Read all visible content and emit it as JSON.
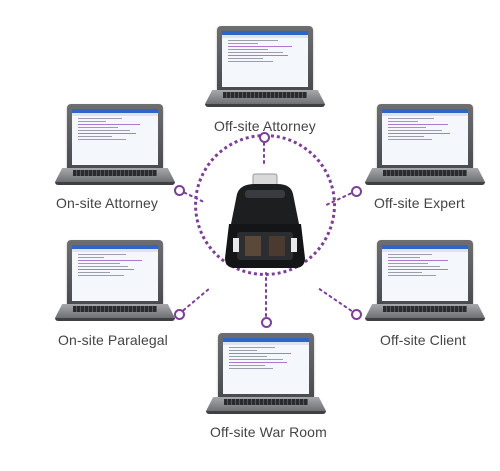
{
  "nodes": [
    {
      "id": "top",
      "label": "Off-site Attorney"
    },
    {
      "id": "upper-left",
      "label": "On-site Attorney"
    },
    {
      "id": "upper-right",
      "label": "Off-site Expert"
    },
    {
      "id": "lower-left",
      "label": "On-site Paralegal"
    },
    {
      "id": "lower-right",
      "label": "Off-site Client"
    },
    {
      "id": "bottom",
      "label": "Off-site War Room"
    }
  ],
  "colors": {
    "accent": "#7b3f98",
    "label": "#444444"
  },
  "center_icon": "usb-network-device-icon",
  "node_icon": "laptop-icon"
}
